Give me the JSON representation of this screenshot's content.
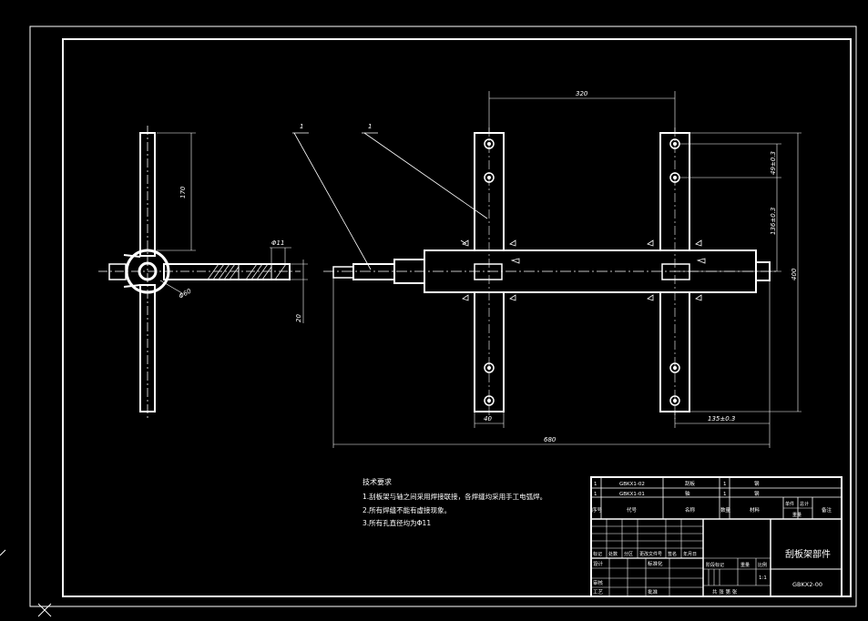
{
  "drawing": {
    "part_labels": [
      "1",
      "1"
    ],
    "dimensions": {
      "top_spacing": "320",
      "left_length": "170",
      "hole_dia": "Φ11",
      "hub_dia": "Φ60",
      "left_offset": "20",
      "hole_pitch": "49±0.3",
      "hole_span": "136±0.3",
      "height": "400",
      "arm_width": "40",
      "bottom_offset": "135±0.3",
      "overall_length": "680"
    }
  },
  "notes": {
    "title": "技术要求",
    "items": [
      "1.刮板架与轴之间采用焊接联接，各焊缝均采用手工电弧焊。",
      "2.所有焊缝不能有虚接现象。",
      "3.所有孔直径均为Φ11"
    ]
  },
  "title_block": {
    "parts_rows": [
      {
        "no": "1",
        "code": "GBKX1-02",
        "name": "刮板",
        "qty": "1",
        "material": "钢"
      },
      {
        "no": "1",
        "code": "GBKX1-01",
        "name": "轴",
        "qty": "1",
        "material": "钢"
      }
    ],
    "headers": {
      "no": "序号",
      "code": "代号",
      "name": "名称",
      "qty": "数量",
      "material": "材料",
      "single": "单件",
      "total": "总计",
      "weight": "重量",
      "note": "备注"
    },
    "rev_headers": [
      "标记",
      "处数",
      "分区",
      "更改文件号",
      "签名",
      "年月日"
    ],
    "roles": [
      "设计",
      "审核",
      "工艺"
    ],
    "std": "标准化",
    "approve": "批准",
    "stage_headers": [
      "阶段标记",
      "重量",
      "比例"
    ],
    "scale": "1:1",
    "sheet": "共 张 第 张",
    "title": "刮板架部件",
    "drawing_no": "GBKX2-00"
  }
}
